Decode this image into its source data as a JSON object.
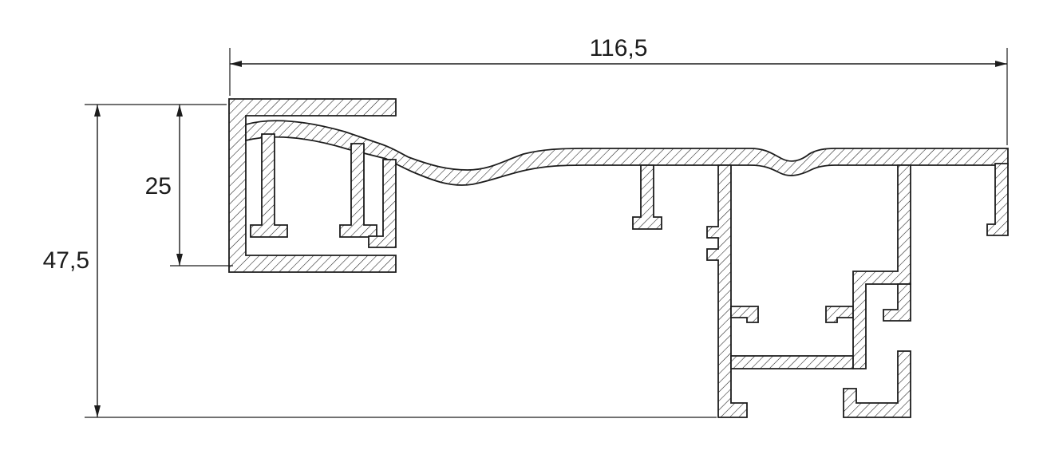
{
  "drawing": {
    "type": "technical-drawing",
    "subject": "extruded aluminum profile cross-section with section hatching",
    "dimensions": {
      "width_label": "116,5",
      "height_label": "47,5",
      "inner_height_label": "25"
    },
    "style": {
      "line_color": "#1c1c1c",
      "background": "#ffffff"
    }
  }
}
